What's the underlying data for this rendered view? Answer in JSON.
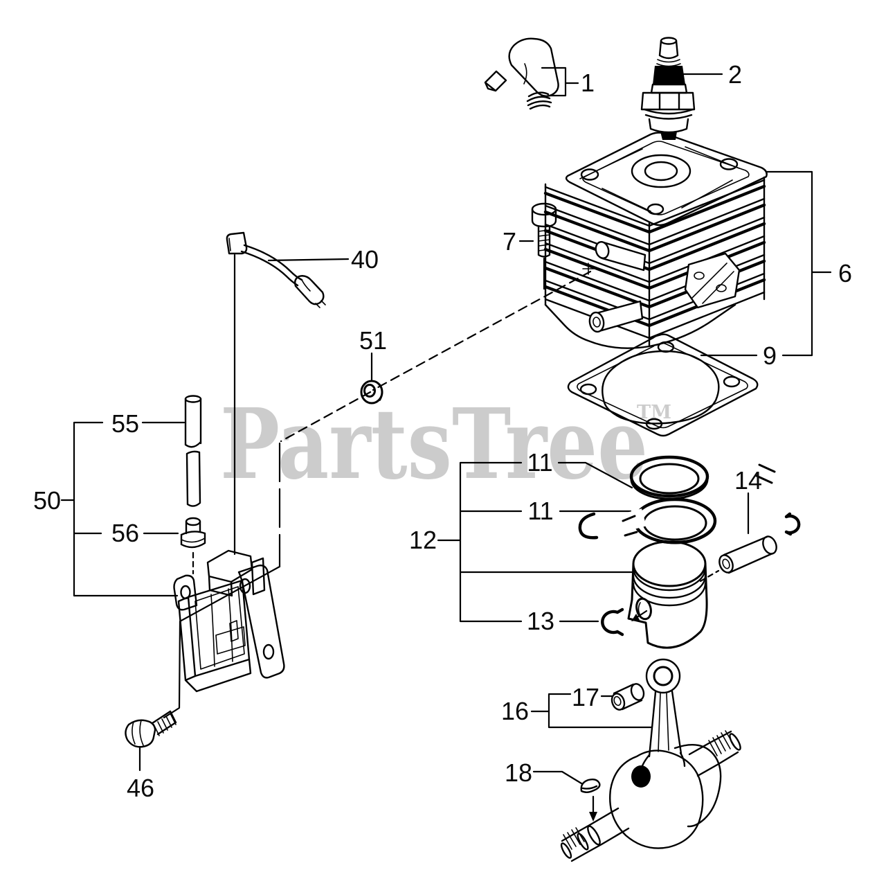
{
  "watermark": {
    "text": "PartsTree",
    "tm": "TM",
    "color": "#cccccc"
  },
  "diagram": {
    "background": "#ffffff",
    "line_color": "#000000"
  },
  "callouts": {
    "c1": "1",
    "c2": "2",
    "c6": "6",
    "c7": "7",
    "c9": "9",
    "c11a": "11",
    "c11b": "11",
    "c12": "12",
    "c13": "13",
    "c14": "14",
    "c16": "16",
    "c17": "17",
    "c18": "18",
    "c40": "40",
    "c46": "46",
    "c50": "50",
    "c51": "51",
    "c55": "55",
    "c56": "56"
  }
}
